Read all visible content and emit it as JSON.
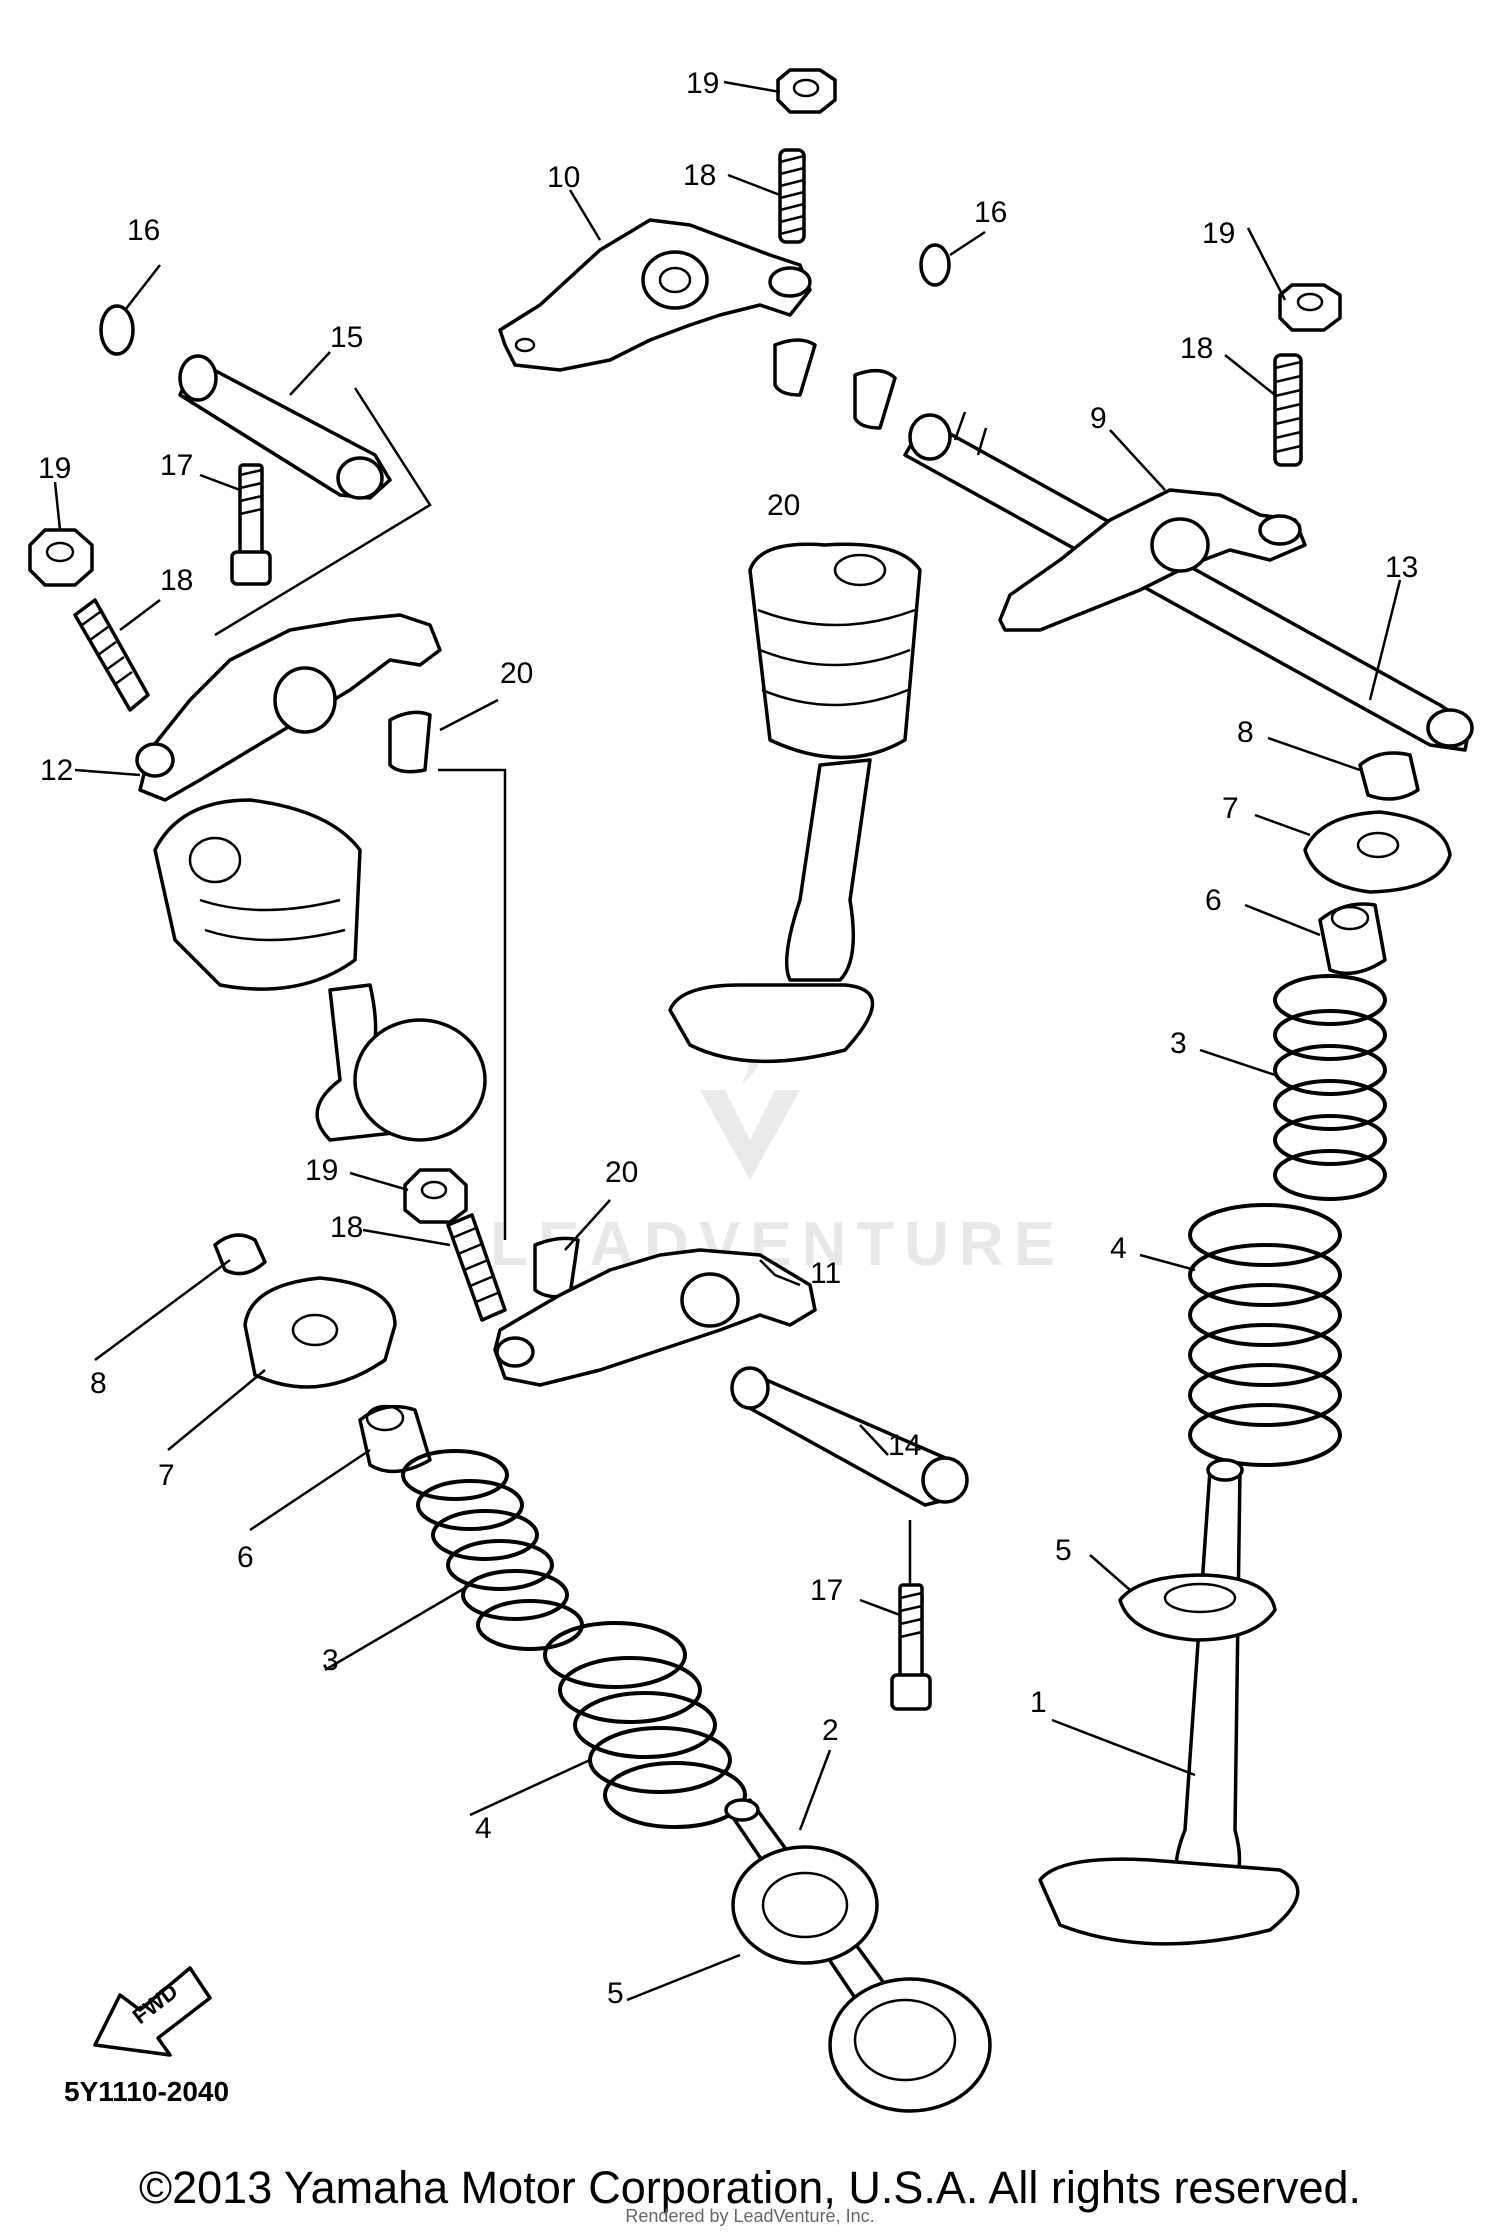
{
  "diagram": {
    "part_labels": {
      "l1": "1",
      "l2": "2",
      "l3a": "3",
      "l3b": "3",
      "l4a": "4",
      "l4b": "4",
      "l5a": "5",
      "l5b": "5",
      "l6a": "6",
      "l6b": "6",
      "l7a": "7",
      "l7b": "7",
      "l8a": "8",
      "l8b": "8",
      "l9": "9",
      "l10": "10",
      "l11": "11",
      "l12": "12",
      "l13": "13",
      "l14": "14",
      "l15": "15",
      "l16a": "16",
      "l16b": "16",
      "l17a": "17",
      "l17b": "17",
      "l18a": "18",
      "l18b": "18",
      "l18c": "18",
      "l18d": "18",
      "l19a": "19",
      "l19b": "19",
      "l19c": "19",
      "l19d": "19",
      "l20a": "20",
      "l20b": "20",
      "l20c": "20"
    },
    "fwd_label": "FWD",
    "watermark": "LEADVENTURE",
    "diagram_code": "5Y1110-2040",
    "copyright": "©2013 Yamaha Motor Corporation, U.S.A. All rights reserved.",
    "rendered_note": "Rendered by LeadVenture, Inc."
  }
}
